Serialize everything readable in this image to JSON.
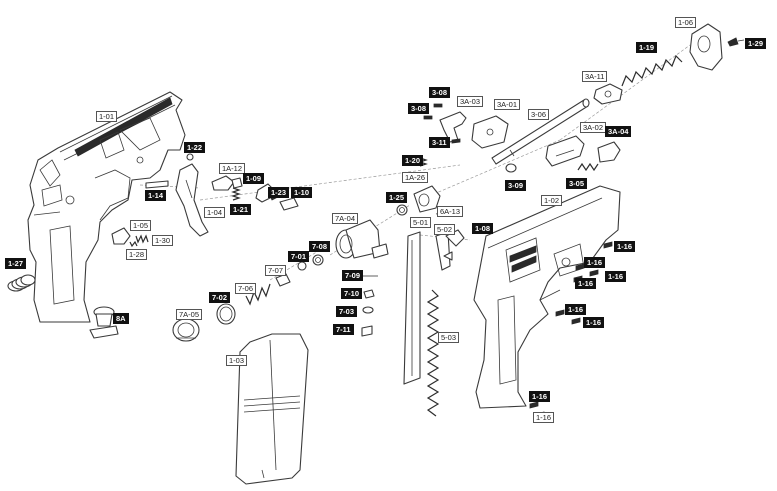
{
  "diagram": {
    "colors": {
      "line": "#3a3a3a",
      "label_dark": "#111111",
      "label_light": "#ffffff",
      "background": "#ffffff"
    },
    "labels": [
      {
        "id": "1-01",
        "style": "light"
      },
      {
        "id": "1-22",
        "style": "dark"
      },
      {
        "id": "1A-12",
        "style": "light"
      },
      {
        "id": "1-09",
        "style": "dark"
      },
      {
        "id": "1-23",
        "style": "dark"
      },
      {
        "id": "1-10",
        "style": "dark"
      },
      {
        "id": "1-21",
        "style": "dark"
      },
      {
        "id": "1-04",
        "style": "light"
      },
      {
        "id": "1-14",
        "style": "dark"
      },
      {
        "id": "1-05",
        "style": "light"
      },
      {
        "id": "1-30",
        "style": "light"
      },
      {
        "id": "1-28",
        "style": "light"
      },
      {
        "id": "1-27",
        "style": "dark"
      },
      {
        "id": "8A",
        "style": "dark"
      },
      {
        "id": "7A-05",
        "style": "light"
      },
      {
        "id": "7-02",
        "style": "dark"
      },
      {
        "id": "7-06",
        "style": "light"
      },
      {
        "id": "7-07",
        "style": "light"
      },
      {
        "id": "7-01",
        "style": "dark"
      },
      {
        "id": "7-08",
        "style": "dark"
      },
      {
        "id": "7A-04",
        "style": "light"
      },
      {
        "id": "7-09",
        "style": "dark"
      },
      {
        "id": "7-10",
        "style": "dark"
      },
      {
        "id": "7-03",
        "style": "dark"
      },
      {
        "id": "7-11",
        "style": "dark"
      },
      {
        "id": "1-03",
        "style": "light"
      },
      {
        "id": "1-25",
        "style": "dark"
      },
      {
        "id": "1A-26",
        "style": "light"
      },
      {
        "id": "1-20",
        "style": "dark"
      },
      {
        "id": "3-08",
        "style": "dark"
      },
      {
        "id": "3-08",
        "style": "dark"
      },
      {
        "id": "3A-03",
        "style": "light"
      },
      {
        "id": "3A-01",
        "style": "light"
      },
      {
        "id": "3-06",
        "style": "light"
      },
      {
        "id": "3-11",
        "style": "dark"
      },
      {
        "id": "3-09",
        "style": "dark"
      },
      {
        "id": "3A-02",
        "style": "light"
      },
      {
        "id": "3A-04",
        "style": "dark"
      },
      {
        "id": "3-05",
        "style": "dark"
      },
      {
        "id": "3A-11",
        "style": "light"
      },
      {
        "id": "1-19",
        "style": "dark"
      },
      {
        "id": "1-06",
        "style": "light"
      },
      {
        "id": "1-29",
        "style": "dark"
      },
      {
        "id": "6A-13",
        "style": "light"
      },
      {
        "id": "5-01",
        "style": "light"
      },
      {
        "id": "5-02",
        "style": "light"
      },
      {
        "id": "1-08",
        "style": "dark"
      },
      {
        "id": "5-03",
        "style": "light"
      },
      {
        "id": "1-02",
        "style": "light"
      },
      {
        "id": "1-16",
        "style": "dark"
      },
      {
        "id": "1-16",
        "style": "dark"
      },
      {
        "id": "1-16",
        "style": "dark"
      },
      {
        "id": "1-16",
        "style": "dark"
      },
      {
        "id": "1-16",
        "style": "dark"
      },
      {
        "id": "1-16",
        "style": "dark"
      },
      {
        "id": "1-16",
        "style": "dark"
      },
      {
        "id": "1-16",
        "style": "light"
      }
    ]
  }
}
